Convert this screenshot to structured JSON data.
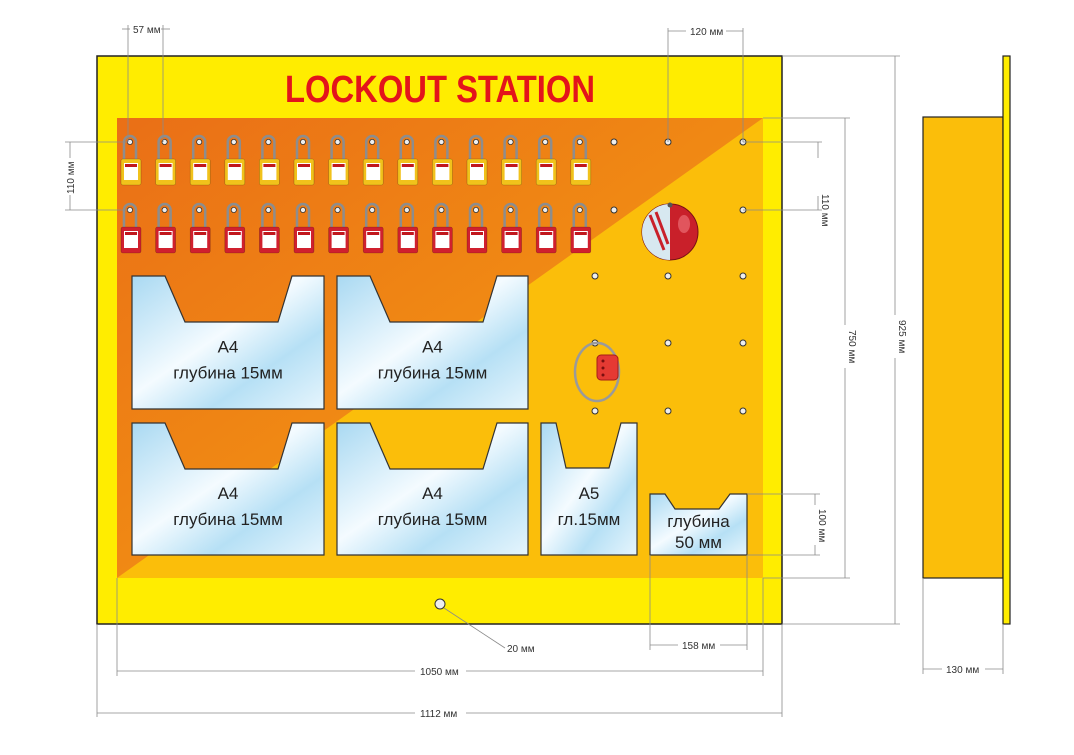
{
  "title": "LOCKOUT STATION",
  "colors": {
    "board": "#FFED00",
    "panel_light": "#FBBE0A",
    "panel_dark": "#EE7D1A",
    "title": "#E3141B",
    "padlock_yellow": "#F1C21B",
    "padlock_red": "#D0202E",
    "pocket": "#BFE3F5"
  },
  "padlocks": {
    "per_row": 14,
    "rows": [
      "yellow",
      "red"
    ]
  },
  "pockets": [
    {
      "line1": "A4",
      "line2": "глубина 15мм"
    },
    {
      "line1": "A4",
      "line2": "глубина 15мм"
    },
    {
      "line1": "A4",
      "line2": "глубина 15мм"
    },
    {
      "line1": "A4",
      "line2": "глубина 15мм"
    },
    {
      "line1": "A5",
      "line2": "гл.15мм"
    },
    {
      "line1": "глубина",
      "line2": "50 мм"
    }
  ],
  "devices": [
    "valve-lockout",
    "cable-lockout"
  ],
  "dimensions": {
    "padlock_spacing": "57 мм",
    "row_spacing_left": "110 мм",
    "hole_spacing": "120 мм",
    "row_spacing_right": "110 мм",
    "inner_height": "750 мм",
    "total_height": "925 мм",
    "pocket_height": "100 мм",
    "pocket_width": "158 мм",
    "inner_width": "1050 мм",
    "total_width": "1112 мм",
    "hole_diameter": "20 мм",
    "depth": "130 мм"
  }
}
